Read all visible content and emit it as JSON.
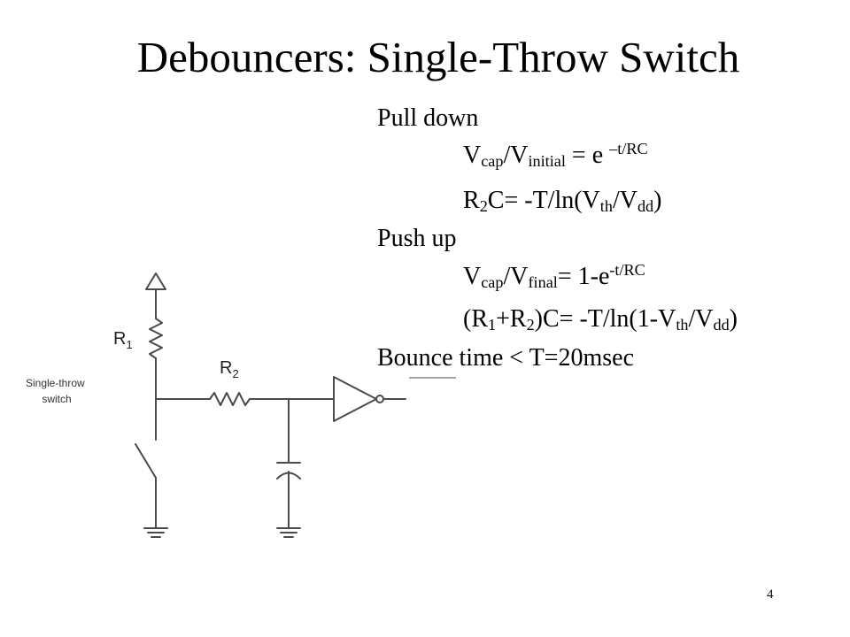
{
  "slide": {
    "title": "Debouncers: Single-Throw Switch",
    "page_number": "4"
  },
  "pull_down": {
    "heading": "Pull down",
    "eq1": {
      "a": "V",
      "a_sub": "cap",
      "b": "/V",
      "b_sub": "initial",
      "c": " = e ",
      "c_sup": "–t/RC"
    },
    "eq2": {
      "a": "R",
      "a_sub": "2",
      "b": "C= -T/ln(V",
      "b_sub": "th",
      "c": "/V",
      "c_sub": "dd",
      "d": ")"
    }
  },
  "push_up": {
    "heading": "Push up",
    "eq1": {
      "a": "V",
      "a_sub": "cap",
      "b": "/V",
      "b_sub": "final",
      "c": "= 1-e",
      "c_sup": "-t/RC"
    },
    "eq2": {
      "a": "(R",
      "a_sub": "1",
      "b": "+R",
      "b_sub": "2",
      "c": ")C= -T/ln(1-V",
      "c_sub": "th",
      "d": "/V",
      "d_sub": "dd",
      "e": ")"
    }
  },
  "bounce": {
    "text": "Bounce time < T=20msec"
  },
  "circuit": {
    "r1_label": "R",
    "r1_sub": "1",
    "r2_label": "R",
    "r2_sub": "2",
    "switch_label_line1": "Single-throw",
    "switch_label_line2": "switch",
    "line_color": "#4a4a4a"
  }
}
